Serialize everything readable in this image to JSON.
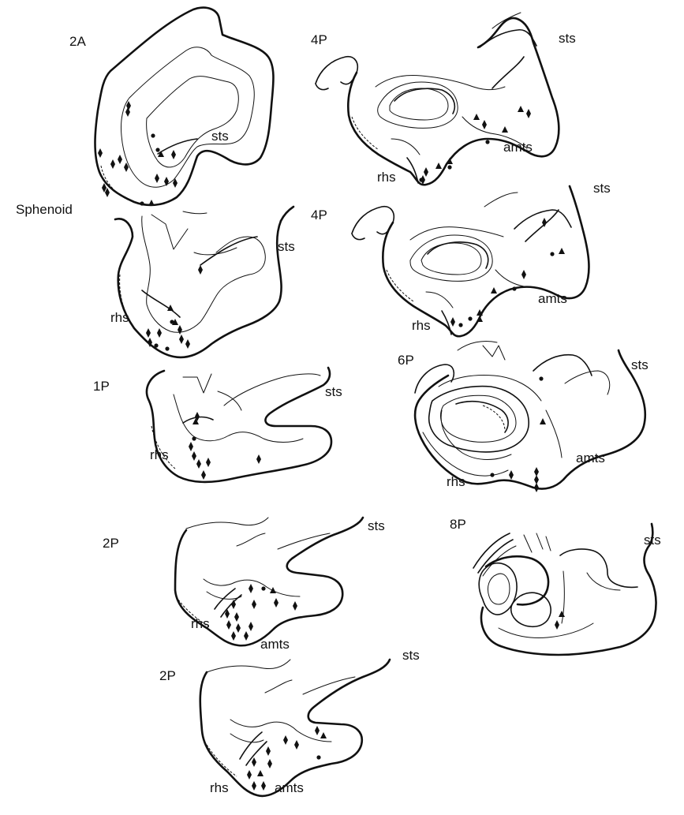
{
  "sections": [
    {
      "id": "s2A",
      "section_label": "2A",
      "labels": [
        "sts"
      ]
    },
    {
      "id": "sSph",
      "section_label": "Sphenoid",
      "labels": [
        "sts",
        "rhs"
      ]
    },
    {
      "id": "s1P",
      "section_label": "1P",
      "labels": [
        "sts",
        "rhs"
      ]
    },
    {
      "id": "s2Pa",
      "section_label": "2P",
      "labels": [
        "sts",
        "rhs",
        "amts"
      ]
    },
    {
      "id": "s2Pb",
      "section_label": "2P",
      "labels": [
        "sts",
        "rhs",
        "amts"
      ]
    },
    {
      "id": "s4Pa",
      "section_label": "4P",
      "labels": [
        "sts",
        "amts",
        "rhs"
      ]
    },
    {
      "id": "s4Pb",
      "section_label": "4P",
      "labels": [
        "sts",
        "amts",
        "rhs"
      ]
    },
    {
      "id": "s6P",
      "section_label": "6P",
      "labels": [
        "sts",
        "amts",
        "rhs"
      ]
    },
    {
      "id": "s8P",
      "section_label": "8P",
      "labels": [
        "sts"
      ]
    }
  ]
}
